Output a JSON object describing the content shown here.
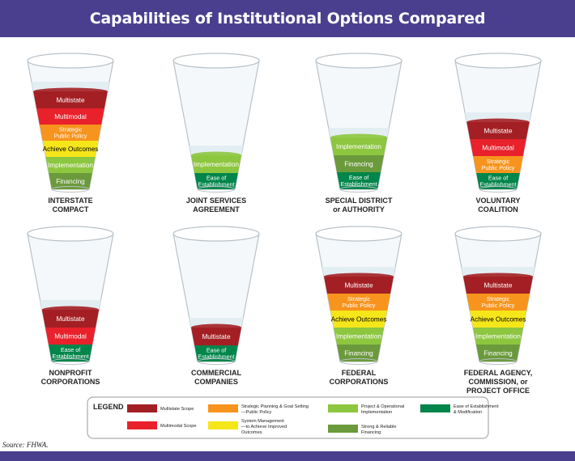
{
  "title": "Capabilities of Institutional Options Compared",
  "source": "Source: FHWA.",
  "legend": {
    "heading": "LEGEND",
    "items": [
      {
        "key": "multistate",
        "color": "#a31f24",
        "lines": [
          "Multistate Scope"
        ]
      },
      {
        "key": "multimodal",
        "color": "#e8212b",
        "lines": [
          "Multimodal Scope"
        ]
      },
      {
        "key": "strategic",
        "color": "#f7941d",
        "lines": [
          "Strategic Planning & Goal Setting",
          "—Public Policy"
        ]
      },
      {
        "key": "achieve",
        "color": "#f5e61a",
        "lines": [
          "System Management",
          "—to Achieve Improved",
          "Outcomes"
        ]
      },
      {
        "key": "implementation",
        "color": "#8dc63f",
        "lines": [
          "Project & Operational",
          "Implementation"
        ]
      },
      {
        "key": "financing",
        "color": "#6b9a3c",
        "lines": [
          "Strong & Reliable",
          "Financing"
        ]
      },
      {
        "key": "ease",
        "color": "#00854a",
        "lines": [
          "Ease of Establishment",
          "& Modification"
        ]
      }
    ]
  },
  "glasses": [
    {
      "label": [
        "INTERSTATE",
        "COMPACT"
      ],
      "layers": [
        {
          "key": "multistate",
          "lines": [
            "Multistate"
          ]
        },
        {
          "key": "multimodal",
          "lines": [
            "Multimodal"
          ]
        },
        {
          "key": "strategic",
          "lines": [
            "Strategic",
            "Public Policy"
          ]
        },
        {
          "key": "achieve",
          "lines": [
            "Achieve Outcomes"
          ]
        },
        {
          "key": "implementation",
          "lines": [
            "Implementation"
          ]
        },
        {
          "key": "financing",
          "lines": [
            "Financing"
          ]
        }
      ]
    },
    {
      "label": [
        "JOINT SERVICES",
        "AGREEMENT"
      ],
      "layers": [
        {
          "key": "implementation",
          "lines": [
            "Implementation"
          ]
        },
        {
          "key": "ease",
          "lines": [
            "Ease of",
            "Establishment"
          ]
        }
      ]
    },
    {
      "label": [
        "SPECIAL DISTRICT",
        "or AUTHORITY"
      ],
      "layers": [
        {
          "key": "implementation",
          "lines": [
            "Implementation"
          ]
        },
        {
          "key": "financing",
          "lines": [
            "Financing"
          ]
        },
        {
          "key": "ease",
          "lines": [
            "Ease of",
            "Establishment"
          ]
        }
      ]
    },
    {
      "label": [
        "VOLUNTARY",
        "COALITION"
      ],
      "layers": [
        {
          "key": "multistate",
          "lines": [
            "Multistate"
          ]
        },
        {
          "key": "multimodal",
          "lines": [
            "Multimodal"
          ]
        },
        {
          "key": "strategic",
          "lines": [
            "Strategic",
            "Public Policy"
          ]
        },
        {
          "key": "ease",
          "lines": [
            "Ease of",
            "Establishment"
          ]
        }
      ]
    },
    {
      "label": [
        "NONPROFIT",
        "CORPORATIONS"
      ],
      "layers": [
        {
          "key": "multistate",
          "lines": [
            "Multistate"
          ]
        },
        {
          "key": "multimodal",
          "lines": [
            "Multimodal"
          ]
        },
        {
          "key": "ease",
          "lines": [
            "Ease of",
            "Establishment"
          ]
        }
      ]
    },
    {
      "label": [
        "COMMERCIAL",
        "COMPANIES"
      ],
      "layers": [
        {
          "key": "multistate",
          "lines": [
            "Multistate"
          ]
        },
        {
          "key": "ease",
          "lines": [
            "Ease of",
            "Establishment"
          ]
        }
      ]
    },
    {
      "label": [
        "FEDERAL",
        "CORPORATIONS"
      ],
      "layers": [
        {
          "key": "multistate",
          "lines": [
            "Multistate"
          ]
        },
        {
          "key": "strategic",
          "lines": [
            "Strategic",
            "Public Policy"
          ]
        },
        {
          "key": "achieve",
          "lines": [
            "Achieve Outcomes"
          ]
        },
        {
          "key": "implementation",
          "lines": [
            "Implementation"
          ]
        },
        {
          "key": "financing",
          "lines": [
            "Financing"
          ]
        }
      ]
    },
    {
      "label": [
        "FEDERAL AGENCY,",
        "COMMISSION, or",
        "PROJECT OFFICE"
      ],
      "layers": [
        {
          "key": "multistate",
          "lines": [
            "Multistate"
          ]
        },
        {
          "key": "strategic",
          "lines": [
            "Strategic",
            "Public Policy"
          ]
        },
        {
          "key": "achieve",
          "lines": [
            "Achieve Outcomes"
          ]
        },
        {
          "key": "implementation",
          "lines": [
            "Implementation"
          ]
        },
        {
          "key": "financing",
          "lines": [
            "Financing"
          ]
        }
      ]
    }
  ]
}
